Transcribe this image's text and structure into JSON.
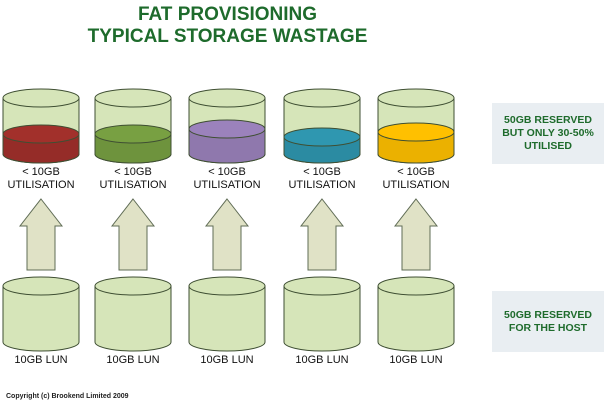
{
  "title_line1": "FAT PROVISIONING",
  "title_line2": "TYPICAL STORAGE WASTAGE",
  "top_row": [
    {
      "line1": "< 10GB",
      "line2": "UTILISATION",
      "fill_color": "#a2302b",
      "fill_level": 0.35
    },
    {
      "line1": "< 10GB",
      "line2": "UTILISATION",
      "fill_color": "#78a042",
      "fill_level": 0.35
    },
    {
      "line1": "< 10GB",
      "line2": "UTILISATION",
      "fill_color": "#9b82bc",
      "fill_level": 0.45
    },
    {
      "line1": "< 10GB",
      "line2": "UTILISATION",
      "fill_color": "#2f97b0",
      "fill_level": 0.3
    },
    {
      "line1": "< 10GB",
      "line2": "UTILISATION",
      "fill_color": "#ffc000",
      "fill_level": 0.4
    }
  ],
  "bottom_row": [
    {
      "label": "10GB LUN"
    },
    {
      "label": "10GB LUN"
    },
    {
      "label": "10GB LUN"
    },
    {
      "label": "10GB LUN"
    },
    {
      "label": "10GB LUN"
    }
  ],
  "side_box_top": {
    "lines": [
      "50GB RESERVED",
      "BUT ONLY 30-50%",
      "UTILISED"
    ]
  },
  "side_box_bottom": {
    "lines": [
      "50GB RESERVED",
      "FOR THE HOST"
    ]
  },
  "copyright": "Copyright (c) Brookend Limited 2009",
  "colors": {
    "title": "#1e6b2c",
    "cylinder_fill": "#d6e5b9",
    "cylinder_stroke": "#3f4f33",
    "arrow_fill": "#e0e2c6",
    "arrow_stroke": "#5f6c55",
    "side_box_bg": "#e9eef2"
  }
}
